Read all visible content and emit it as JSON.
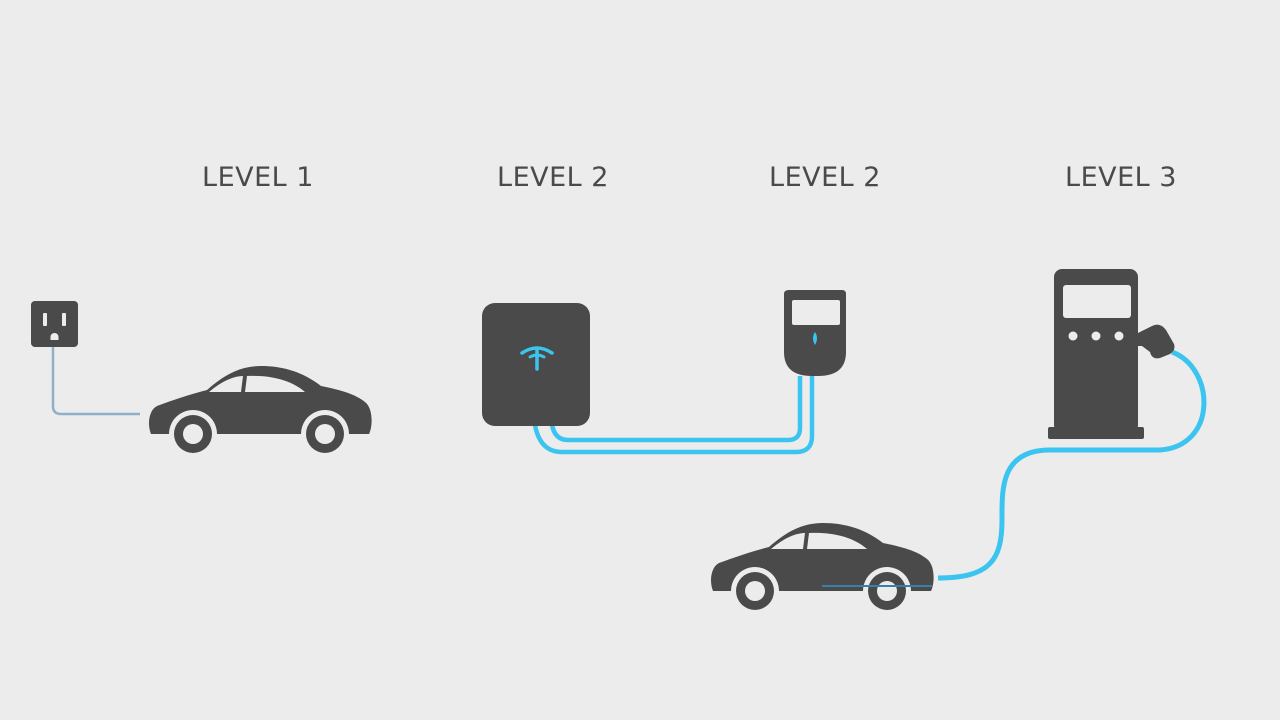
{
  "labels": [
    "LEVEL 1",
    "LEVEL 2",
    "LEVEL 2",
    "LEVEL 3"
  ],
  "icons": {
    "outlet": "wall-outlet-icon",
    "car": "car-icon",
    "wall_charger": "wall-charger-icon",
    "pedestal_charger": "pedestal-charger-icon",
    "fast_charger": "dc-fast-charger-icon"
  },
  "colors": {
    "background": "#ececec",
    "device": "#4a4a4a",
    "cable_blue": "#3cc4f0",
    "cable_grey": "#8fb0c8",
    "label": "#4a4a4a"
  }
}
